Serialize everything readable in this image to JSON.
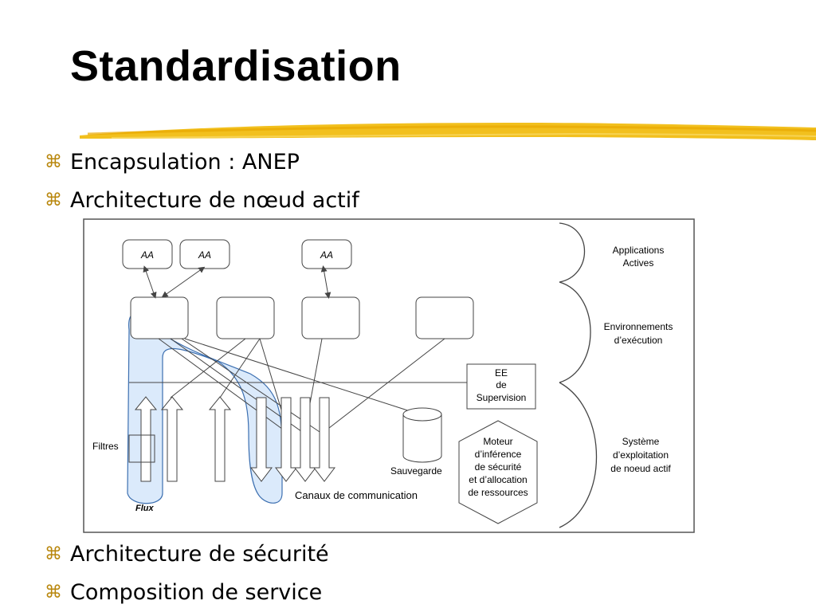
{
  "slide": {
    "title": "Standardisation",
    "accent_color": "#f2c01e"
  },
  "bullets": [
    {
      "icon": "command-icon",
      "text": "Encapsulation : ANEP"
    },
    {
      "icon": "command-icon",
      "text": "Architecture de nœud actif"
    },
    {
      "icon": "command-icon",
      "text": "Architecture de sécurité"
    },
    {
      "icon": "command-icon",
      "text": "Composition de service"
    }
  ],
  "diagram": {
    "aa_boxes": [
      "AA",
      "AA",
      "AA"
    ],
    "layers": [
      {
        "line1": "Applications",
        "line2": "Actives"
      },
      {
        "line1": "Environnements",
        "line2": "d’exécution"
      },
      {
        "line1": "Système",
        "line2": "d’exploitation",
        "line3": "de noeud actif"
      }
    ],
    "ee_supervision": [
      "EE",
      "de",
      "Supervision"
    ],
    "moteur": [
      "Moteur",
      "d’inférence",
      "de sécurité",
      "et d’allocation",
      "de ressources"
    ],
    "filtres": "Filtres",
    "flux": "Flux",
    "sauvegarde": "Sauvegarde",
    "canaux": "Canaux de communication",
    "flux_fill": "#dbeafb",
    "flux_stroke": "#3c6fb0"
  }
}
